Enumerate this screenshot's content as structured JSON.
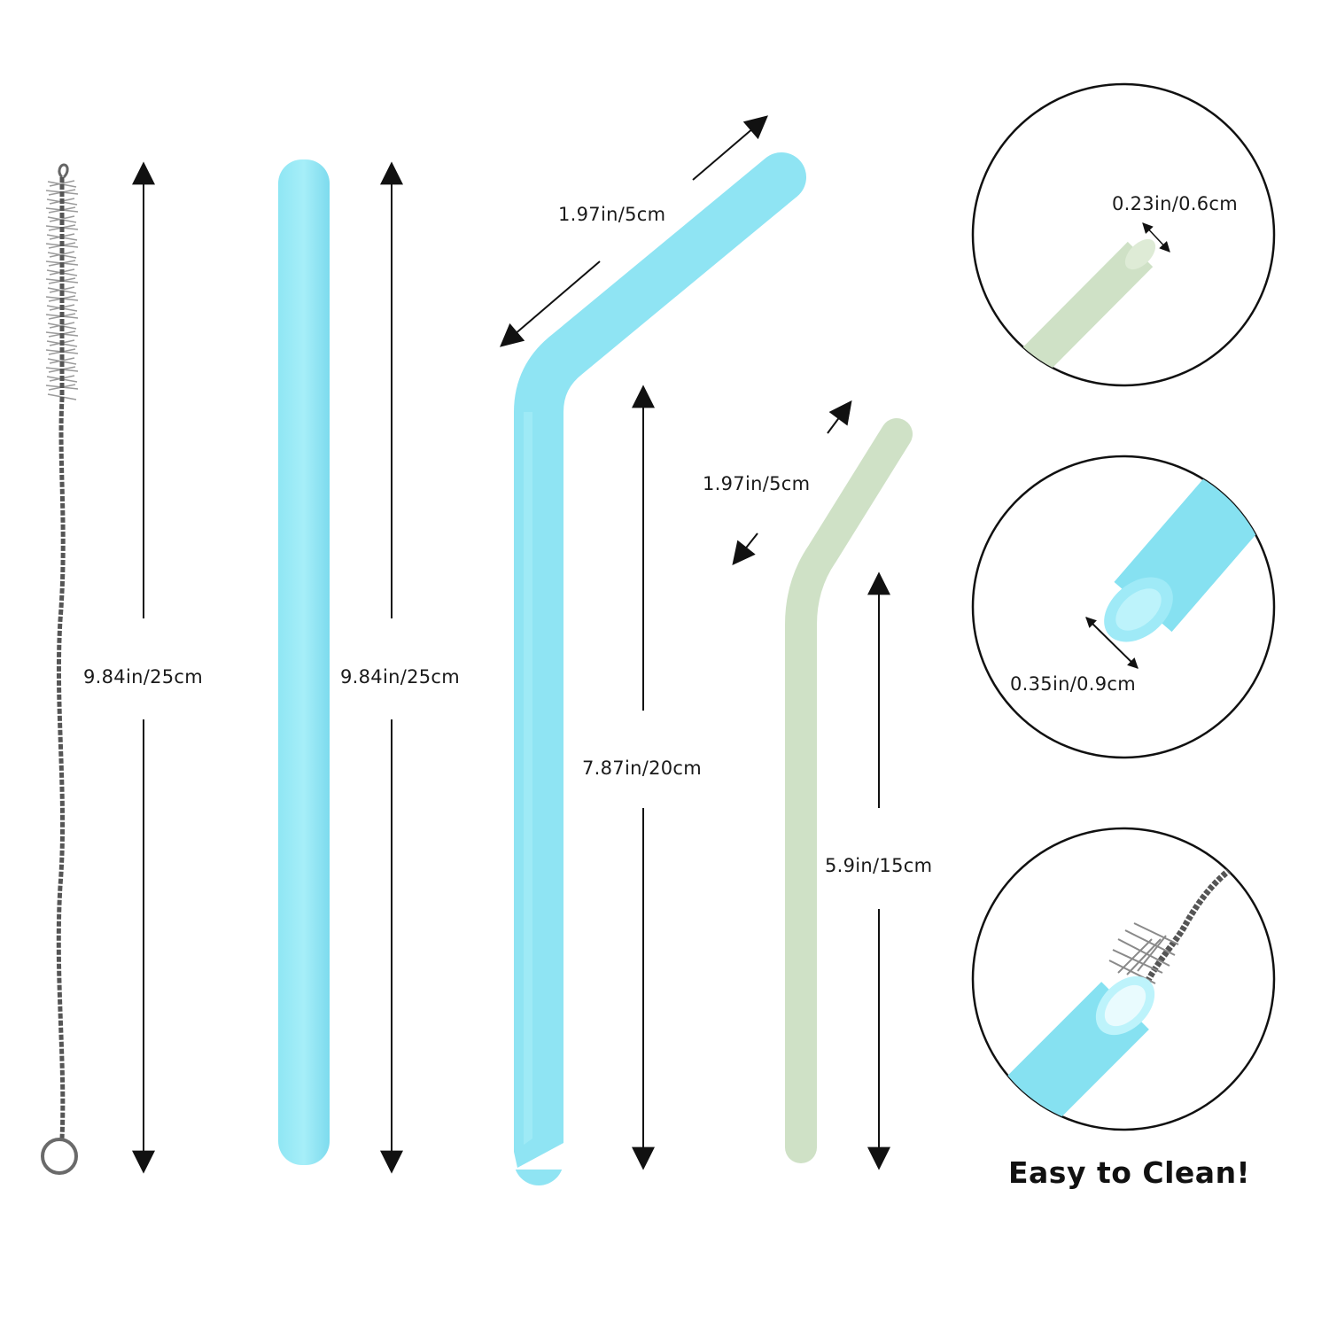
{
  "colors": {
    "straw_blue": "#7fe0f1",
    "straw_green": "#cde0c4",
    "brush_wire": "#555555",
    "arrow": "#111111"
  },
  "dimensions": {
    "brush_length": "9.84in/25cm",
    "straight_straw_length": "9.84in/25cm",
    "bent_straw_tip_length": "1.97in/5cm",
    "bent_straw_length": "7.87in/20cm",
    "short_bent_tip_length": "1.97in/5cm",
    "short_bent_length": "5.9in/15cm",
    "thin_inner_diameter": "0.23in/0.6cm",
    "wide_outer_diameter": "0.35in/0.9cm"
  },
  "callout": {
    "easy_clean": "Easy to Clean!"
  }
}
